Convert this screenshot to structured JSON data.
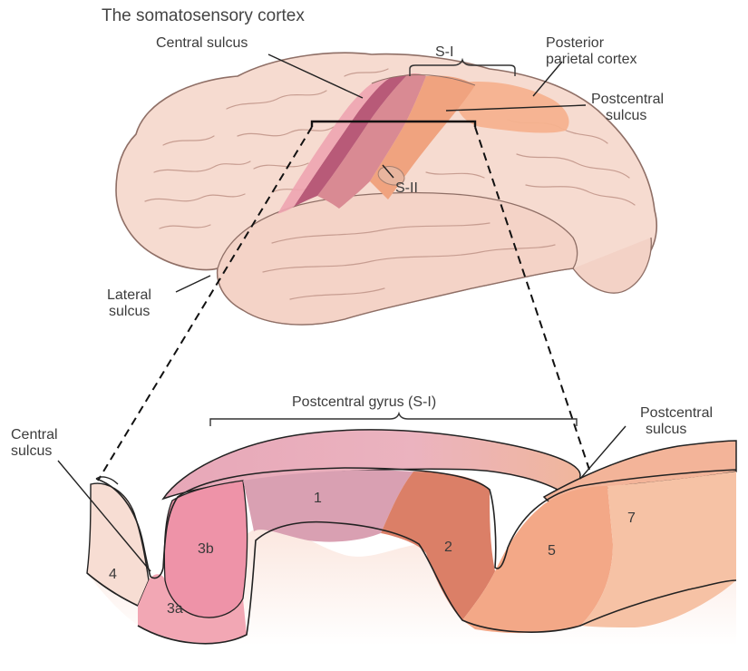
{
  "title": "The somatosensory cortex",
  "brain_labels": {
    "central_sulcus": "Central sulcus",
    "s1": "S-I",
    "posterior_parietal_line1": "Posterior",
    "posterior_parietal_line2": "parietal cortex",
    "postcentral_sulcus_line1": "Postcentral",
    "postcentral_sulcus_line2": "sulcus",
    "s2": "S-II",
    "lateral_sulcus_line1": "Lateral",
    "lateral_sulcus_line2": "sulcus"
  },
  "section_labels": {
    "postcentral_gyrus": "Postcentral gyrus (S-I)",
    "central_sulcus_line1": "Central",
    "central_sulcus_line2": "sulcus",
    "postcentral_sulcus_line1": "Postcentral",
    "postcentral_sulcus_line2": "sulcus"
  },
  "areas": {
    "a4": "4",
    "a3a": "3a",
    "a3b": "3b",
    "a1": "1",
    "a2": "2",
    "a5": "5",
    "a7": "7"
  },
  "colors": {
    "brain": "#f6dbd0",
    "brain_outline": "#8f6f66",
    "brain_shadow": "#e9c3b6",
    "central_strip": "#b85a78",
    "s1_strip": "#d98a93",
    "postcentral_strip": "#f0a37f",
    "parietal": "#f6b28f",
    "area4": "#f7ddd3",
    "area3a": "#f2a7b4",
    "area3b": "#ee93a8",
    "area1": "#d9a0b2",
    "area2": "#db7f67",
    "area5": "#f3a887",
    "area7": "#f6c2a5",
    "cut_face": "#fbeae3"
  }
}
